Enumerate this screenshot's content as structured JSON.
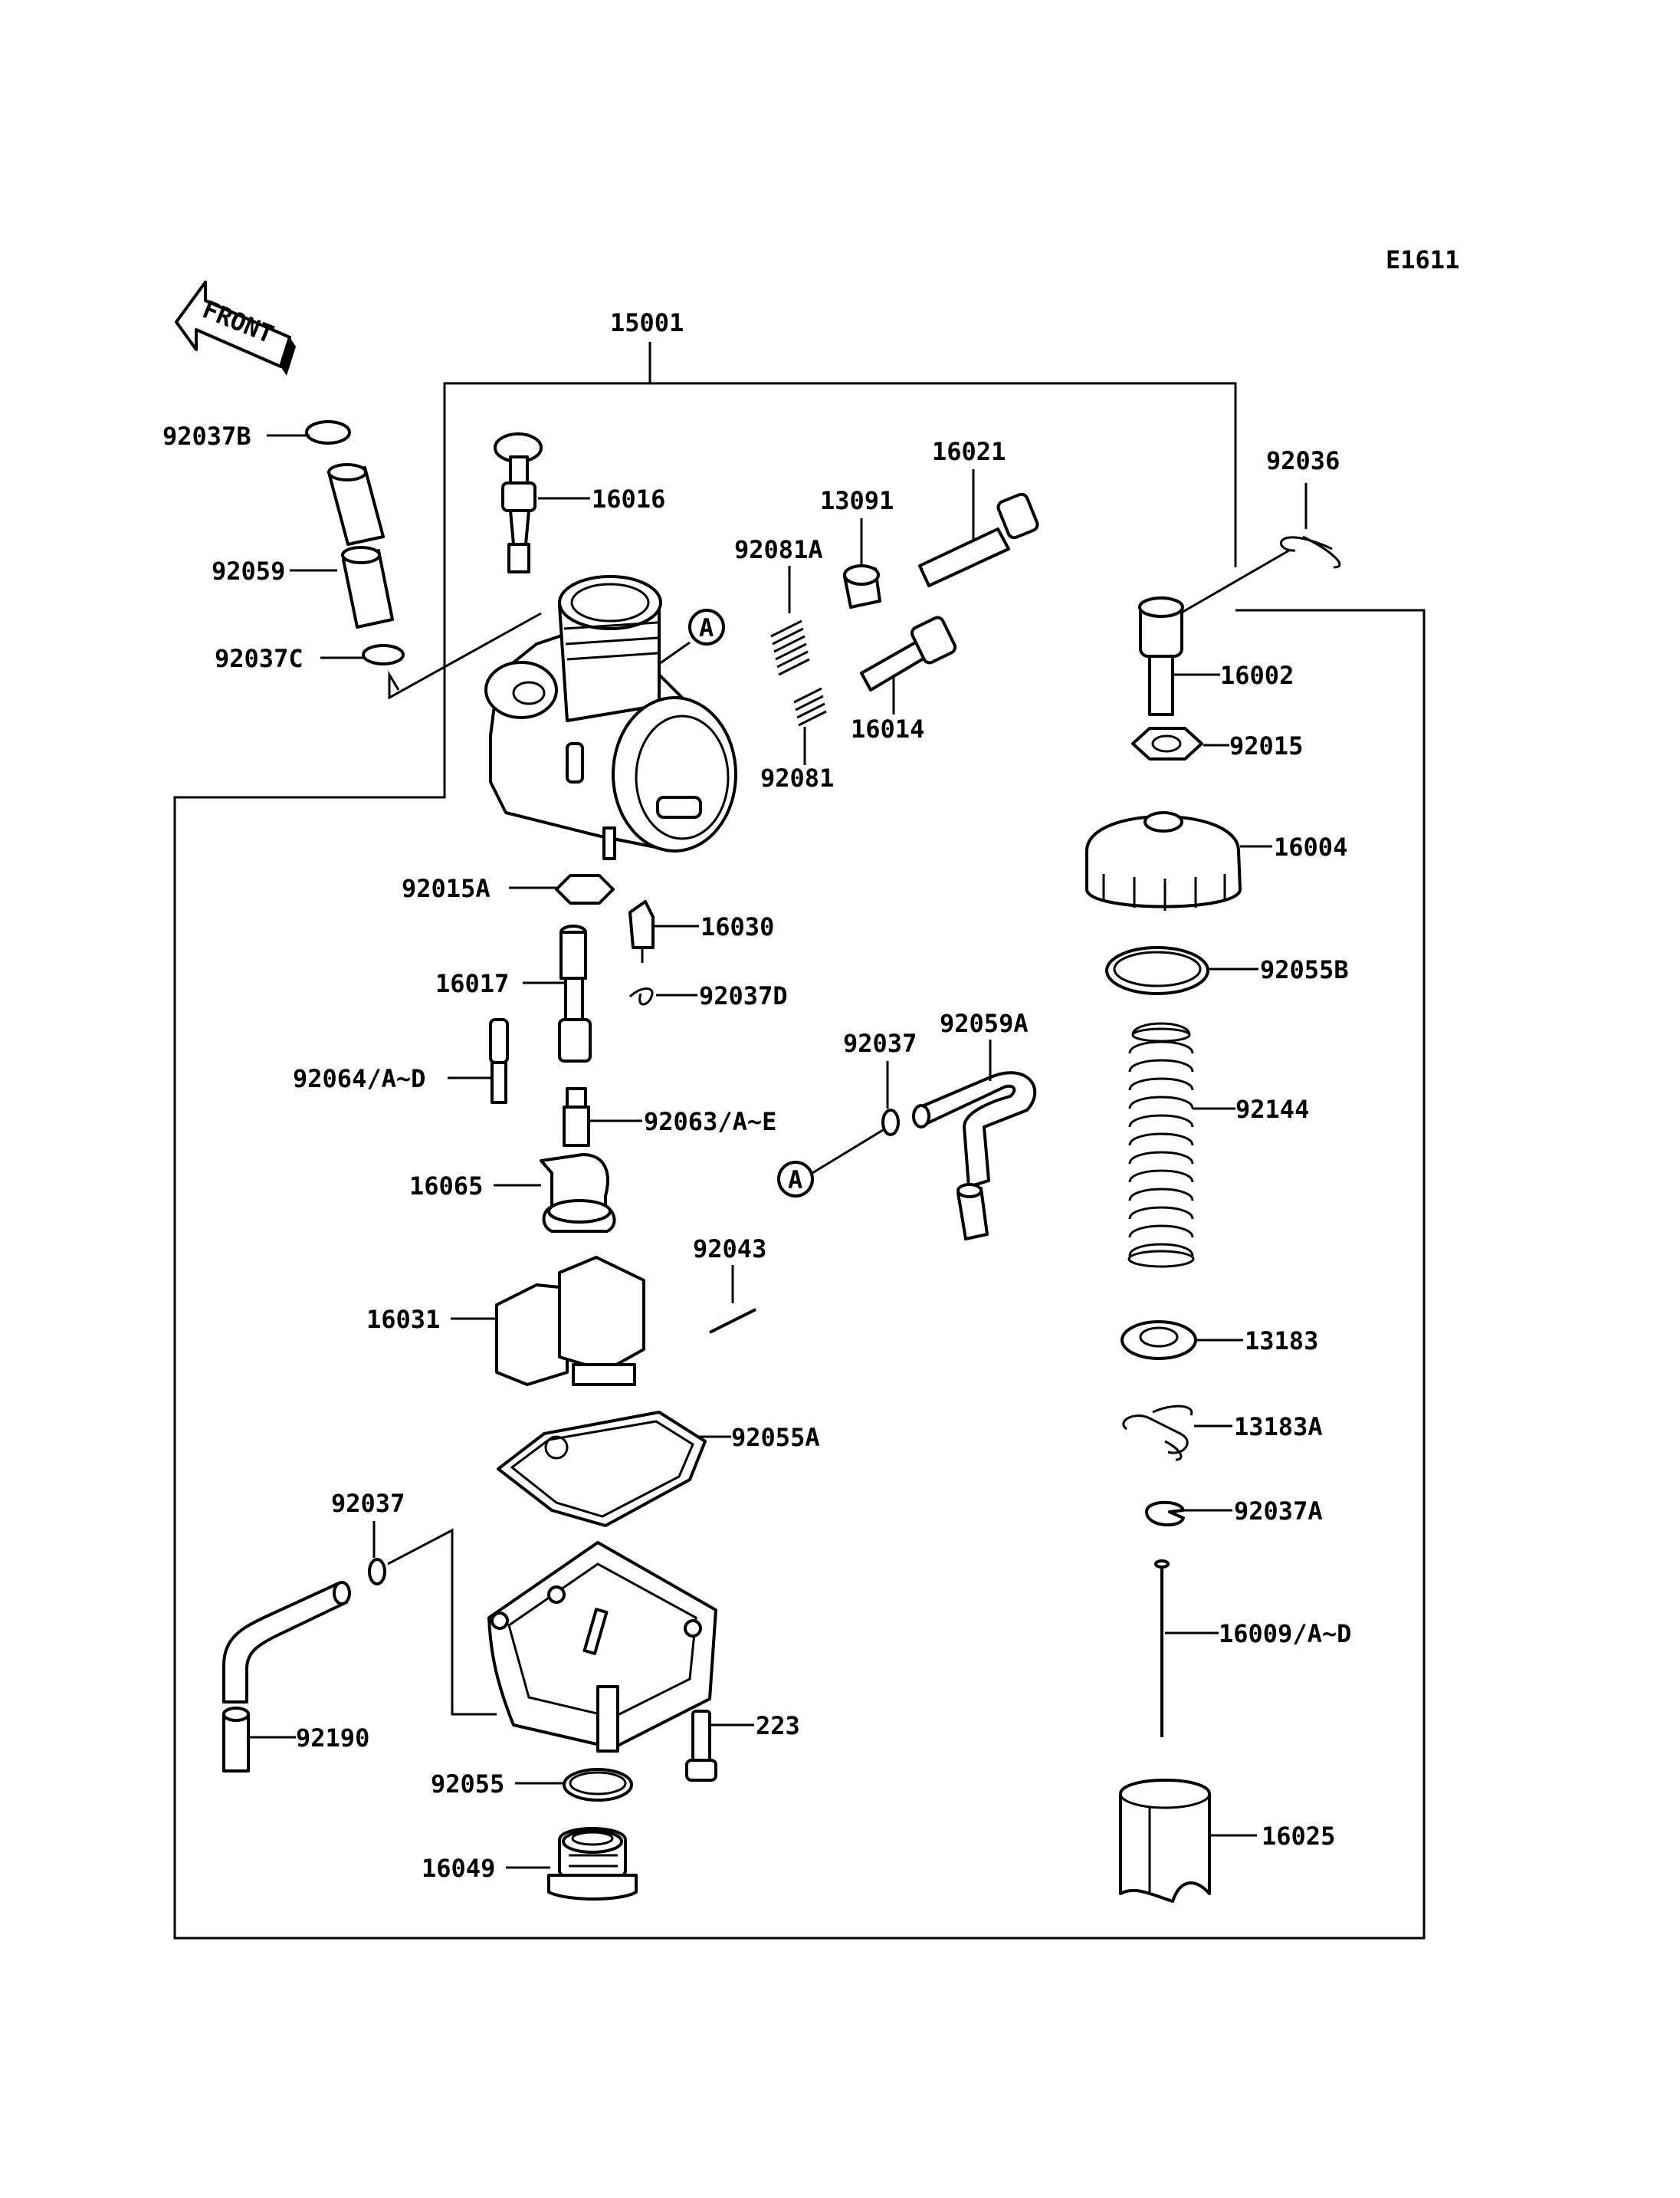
{
  "diagram_id": "E1611",
  "front_label": "FRONT",
  "ref_marker": "A",
  "parts": {
    "p15001": "15001",
    "p92037B": "92037B",
    "p92059": "92059",
    "p92037C": "92037C",
    "p16016": "16016",
    "p16021": "16021",
    "p13091": "13091",
    "p92081A": "92081A",
    "p92036": "92036",
    "p16002": "16002",
    "p16014": "16014",
    "p92081": "92081",
    "p92015": "92015",
    "p16004": "16004",
    "p92015A": "92015A",
    "p16030": "16030",
    "p16017": "16017",
    "p92037D": "92037D",
    "p92055B": "92055B",
    "p92059A": "92059A",
    "p92037": "92037",
    "p92064": "92064/A~D",
    "p92063": "92063/A~E",
    "p92144": "92144",
    "p16065": "16065",
    "p92043": "92043",
    "p16031": "16031",
    "p13183": "13183",
    "p13183A": "13183A",
    "p92055A": "92055A",
    "p92037A": "92037A",
    "p92037b2": "92037",
    "p16009": "16009/A~D",
    "p223": "223",
    "p92190": "92190",
    "p92055": "92055",
    "p16025": "16025",
    "p16049": "16049"
  }
}
